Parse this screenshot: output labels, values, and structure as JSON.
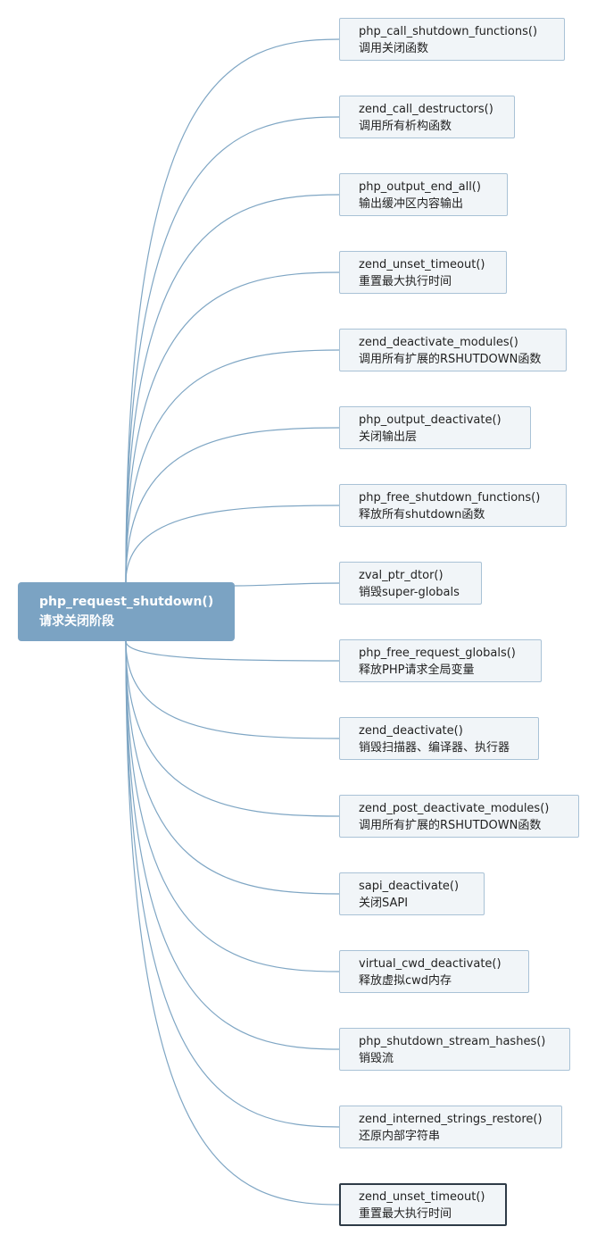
{
  "root": {
    "title": "php_request_shutdown()",
    "subtitle": "请求关闭阶段"
  },
  "children": [
    {
      "title": "php_call_shutdown_functions()",
      "subtitle": "调用关闭函数"
    },
    {
      "title": "zend_call_destructors()",
      "subtitle": "调用所有析构函数"
    },
    {
      "title": "php_output_end_all()",
      "subtitle": "输出缓冲区内容输出"
    },
    {
      "title": "zend_unset_timeout()",
      "subtitle": "重置最大执行时间"
    },
    {
      "title": "zend_deactivate_modules()",
      "subtitle": "调用所有扩展的RSHUTDOWN函数"
    },
    {
      "title": "php_output_deactivate()",
      "subtitle": "关闭输出层"
    },
    {
      "title": "php_free_shutdown_functions()",
      "subtitle": "释放所有shutdown函数"
    },
    {
      "title": "zval_ptr_dtor()",
      "subtitle": "销毁super-globals"
    },
    {
      "title": "php_free_request_globals()",
      "subtitle": "释放PHP请求全局变量"
    },
    {
      "title": "zend_deactivate()",
      "subtitle": "销毁扫描器、编译器、执行器"
    },
    {
      "title": "zend_post_deactivate_modules()",
      "subtitle": "调用所有扩展的RSHUTDOWN函数"
    },
    {
      "title": "sapi_deactivate()",
      "subtitle": "关闭SAPI"
    },
    {
      "title": "virtual_cwd_deactivate()",
      "subtitle": "释放虚拟cwd内存"
    },
    {
      "title": "php_shutdown_stream_hashes()",
      "subtitle": "销毁流"
    },
    {
      "title": "zend_interned_strings_restore()",
      "subtitle": "还原内部字符串"
    },
    {
      "title": "zend_unset_timeout()",
      "subtitle": "重置最大执行时间",
      "selected": true
    }
  ],
  "colors": {
    "root_fill": "#7ba3c3",
    "node_fill": "#f1f5f8",
    "node_border": "#a9c2d6",
    "selected_border": "#2e3b47",
    "connector": "#7fa6c4"
  }
}
